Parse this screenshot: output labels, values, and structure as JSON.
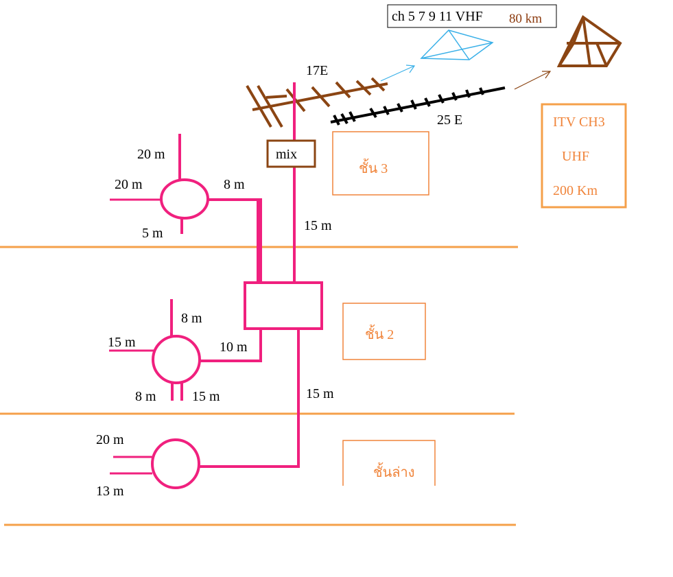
{
  "antennas": {
    "vhf_label": "ch 5 7 9 11 VHF",
    "vhf_distance": "80 km",
    "uhf_17e_label": "17E",
    "uhf_25e_label": "25 E"
  },
  "mixer": {
    "label": "mix"
  },
  "station_box": {
    "line1": "ITV CH3",
    "line2": "UHF",
    "line3": "200 Km"
  },
  "floors": {
    "floor3_label": "ชั้น 3",
    "floor2_label": "ชั้น 2",
    "ground_label": "ชั้นล่าง"
  },
  "cables": {
    "f3_top": "20 m",
    "f3_left": "20 m",
    "f3_right": "8 m",
    "f3_bottom": "5 m",
    "trunk_upper": "15 m",
    "f2_top": "8 m",
    "f2_left": "15 m",
    "f2_right": "10 m",
    "f2_bottom_left": "8 m",
    "f2_bottom_right": "15 m",
    "trunk_lower": "15 m",
    "g_left_top": "20 m",
    "g_left_bottom": "13 m"
  },
  "colors": {
    "cable": "#f0207e",
    "floor_line": "#f5a04a",
    "floor_text": "#f0843a",
    "antenna_brown": "#8b4513",
    "antenna_black": "#000000",
    "vhf_blue": "#3ab0e8"
  }
}
